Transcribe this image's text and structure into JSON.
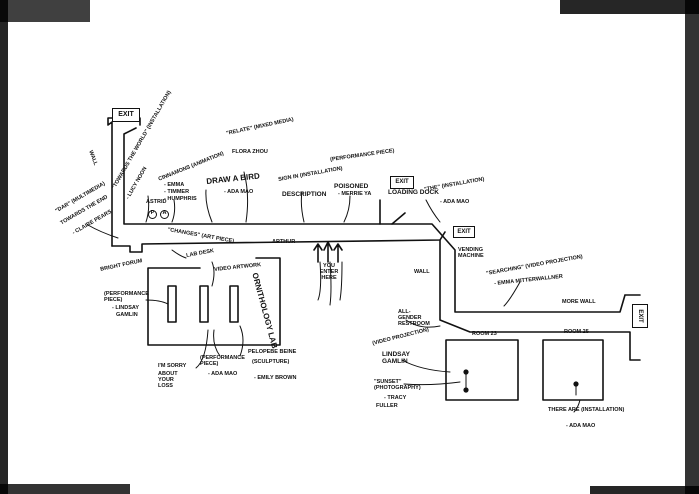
{
  "exits": {
    "top_left": "EXIT",
    "loading_dock_sign": "EXIT",
    "mid_right": "EXIT",
    "far_right": "EXIT"
  },
  "labels": {
    "wall_left": "WALL",
    "dar_title": "\"DAR\" (MULTIMEDIA)",
    "dar_subtitle": "TOWARDS THE END",
    "dar_artist": "- CLAIRE PEARS",
    "towards_world": "\"TOWARDS THE WORLD\" (INSTALLATION)",
    "towards_world_artist": "- LUCY NOON",
    "cinnamons_title": "CINNAMONS (ANIMATION)",
    "cinnamons_sub": "- EMMA",
    "cinnamons_artist": "- TIMMER",
    "cinnamons_artist2": "- HUMPHRIS",
    "astrid": "ASTRID",
    "relate_title": "\"RELATE\" (MIXED MEDIA)",
    "relate_artist": "FLORA ZHOU",
    "draw_a_bird": "DRAW A BIRD",
    "draw_artist": "- ADA MAO",
    "sign_title": "SIGN IN (INSTALLATION)",
    "sign_description": "DESCRIPTION",
    "performance_top": "(PERFORMANCE PIECE)",
    "poisoned": "POISONED",
    "poisoned_artist": "- MERRIE YA",
    "loading_dock": "LOADING DOCK",
    "the_installation": "\"THE\" (INSTALLATION)",
    "the_artist": "- ADA MAO",
    "vending": "VENDING MACHINE",
    "changes_title": "\"CHANGES\" (ART PIECE)",
    "arthur": "ARTHUR",
    "you_enter_here": "YOU ENTER HERE",
    "lab_desk": "LAB DESK",
    "video_artwork": "VIDEO ARTWORK",
    "bright_forum": "BRIGHT FORUM",
    "performance_left": "(PERFORMANCE PIECE)",
    "lindsay": "- LINDSAY",
    "gamlin": "GAMLIN",
    "ornithology_lab": "ORNITHOLOGY LAB",
    "im_sorry": "I'M SORRY",
    "im_sorry_sub": "ABOUT YOUR LOSS",
    "performance_bottom": "(PERFORMANCE PIECE)",
    "performance_bottom_artist": "- ADA MAO",
    "pelopebe": "PELOPEBE BEINE",
    "sculpture": "(SCULPTURE)",
    "emily": "- EMILY BROWN",
    "wall_right": "WALL",
    "searching": "\"SEARCHING\" (VIDEO PROJECTION)",
    "searching_artist": "- EMMA MITTERWALLNER",
    "more_wall": "MORE WALL",
    "all_gender": "ALL-GENDER RESTROOM",
    "room23": "ROOM 23",
    "room25": "ROOM 25",
    "video_projection": "(VIDEO PROJECTION)",
    "lindsay_gamlin": "LINDSAY GAMLIN",
    "sunset": "\"SUNSET\" (PHOTOGRAPHY)",
    "tracy": "- TRACY",
    "fuller": "FULLER",
    "there_are": "THERE ARE (INSTALLATION)",
    "there_artist": "- ADA MAO"
  },
  "legend_marks": [
    "P",
    "A"
  ]
}
